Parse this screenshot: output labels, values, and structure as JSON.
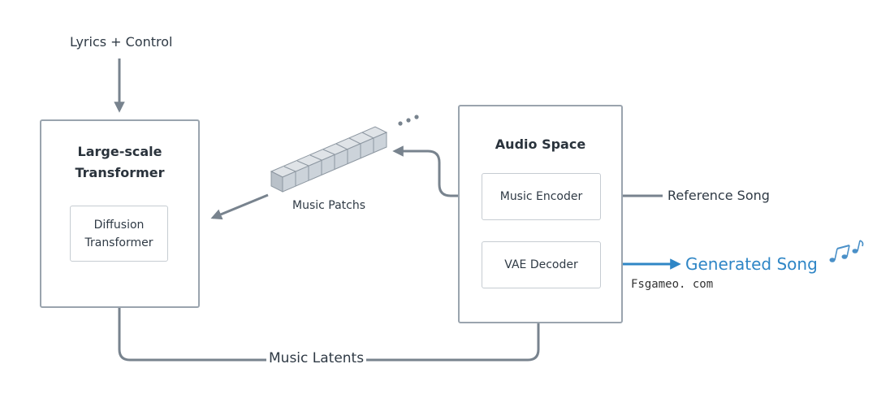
{
  "inputs": {
    "lyrics_control": "Lyrics + Control",
    "reference_song": "Reference Song"
  },
  "transformer": {
    "title": "Large-scale Transformer",
    "inner": "Diffusion Transformer"
  },
  "audio_space": {
    "title": "Audio Space",
    "encoder": "Music Encoder",
    "decoder": "VAE Decoder"
  },
  "music_patchs": "Music Patchs",
  "music_latents": "Music Latents",
  "output": {
    "label": "Generated Song",
    "watermark": "Fsgameo. com"
  },
  "colors": {
    "arrow": "#78838e",
    "output": "#2f86c6"
  }
}
